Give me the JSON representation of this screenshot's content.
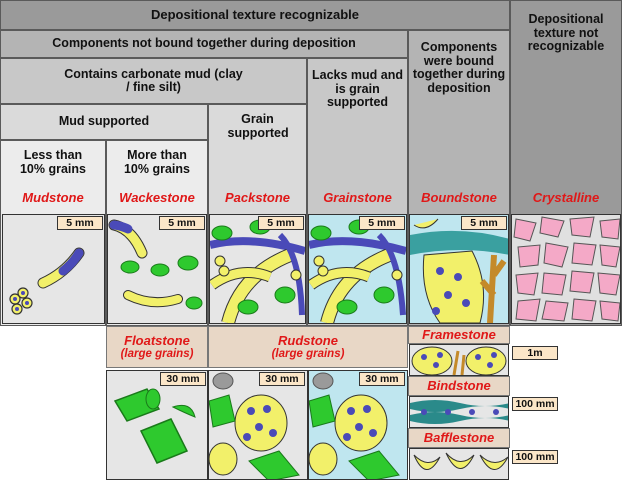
{
  "headers": {
    "depositional_recognizable": "Depositional texture recognizable",
    "depositional_not_recognizable": "Depositional texture not recognizable",
    "not_bound": "Components not bound together during deposition",
    "bound": "Components were bound together during deposition",
    "contains_mud": "Contains carbonate mud (clay / fine silt)",
    "lacks_mud": "Lacks mud and is grain supported",
    "mud_supported": "Mud supported",
    "grain_supported": "Grain supported",
    "less_than": "Less than 10% grains",
    "more_than": "More than 10% grains"
  },
  "rock_names": {
    "mudstone": "Mudstone",
    "wackestone": "Wackestone",
    "packstone": "Packstone",
    "grainstone": "Grainstone",
    "boundstone": "Boundstone",
    "crystalline": "Crystalline"
  },
  "large_grains": {
    "floatstone": "Floatstone",
    "floatstone_note": "(large grains)",
    "rudstone": "Rudstone",
    "rudstone_note": "(large grains)"
  },
  "boundstone_types": {
    "framestone": "Framestone",
    "bindstone": "Bindstone",
    "bafflestone": "Bafflestone"
  },
  "scale_bars": {
    "small": "5 mm",
    "large": "30 mm",
    "framestone": "1m",
    "bindstone": "100 mm",
    "bafflestone": "100 mm"
  },
  "colors": {
    "mud_bg": "#e6e6e6",
    "cement_bg": "#bfe6ef",
    "grain_yellow": "#f2f06a",
    "fossil_green": "#2ec92e",
    "shell_blue": "#4a4ab8",
    "crystal_pink": "#f4a9c7",
    "red_label": "#e01818"
  }
}
